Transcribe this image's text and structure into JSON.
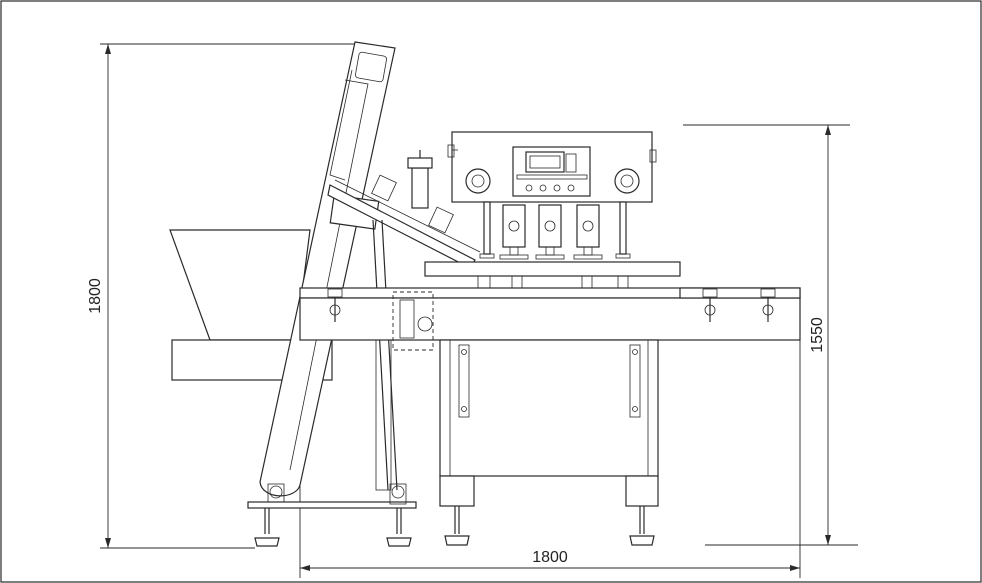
{
  "dimensions": {
    "overall_height": "1800",
    "table_height": "1550",
    "overall_width": "1800"
  }
}
